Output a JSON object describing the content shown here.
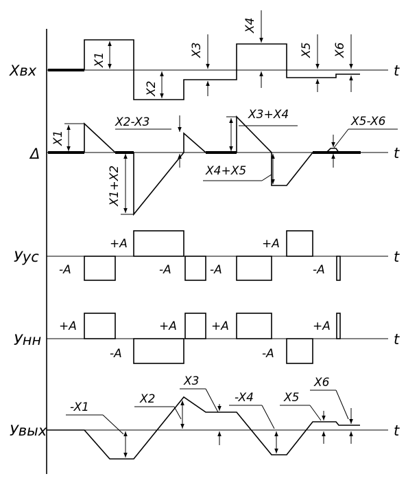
{
  "axes": {
    "xin": "Xвх",
    "delta": "Δ",
    "uus": "Уус",
    "unn": "Унн",
    "uout": "Увых",
    "t": "t"
  },
  "xin_labels": {
    "x1": "X1",
    "x2": "X2",
    "x3": "X3",
    "x4": "X4",
    "x5": "X5",
    "x6": "X6"
  },
  "delta_labels": {
    "x1": "X1",
    "x1x2": "X1+X2",
    "x2x3": "X2-X3",
    "x3x4": "X3+X4",
    "x4x5": "X4+X5",
    "x5x6": "X5-X6"
  },
  "uus_labels": {
    "minus1": "-A",
    "plus1": "+A",
    "minus2": "-A",
    "minus3": "-A",
    "plus2": "+A",
    "minus4": "-A"
  },
  "unn_labels": {
    "plus1": "+A",
    "minus1": "-A",
    "plus2": "+A",
    "plus3": "+A",
    "minus2": "-A",
    "plus4": "+A"
  },
  "uout_labels": {
    "mx1": "-X1",
    "x2": "X2",
    "x3": "X3",
    "mx4": "-X4",
    "x5": "X5",
    "x6": "X6"
  }
}
